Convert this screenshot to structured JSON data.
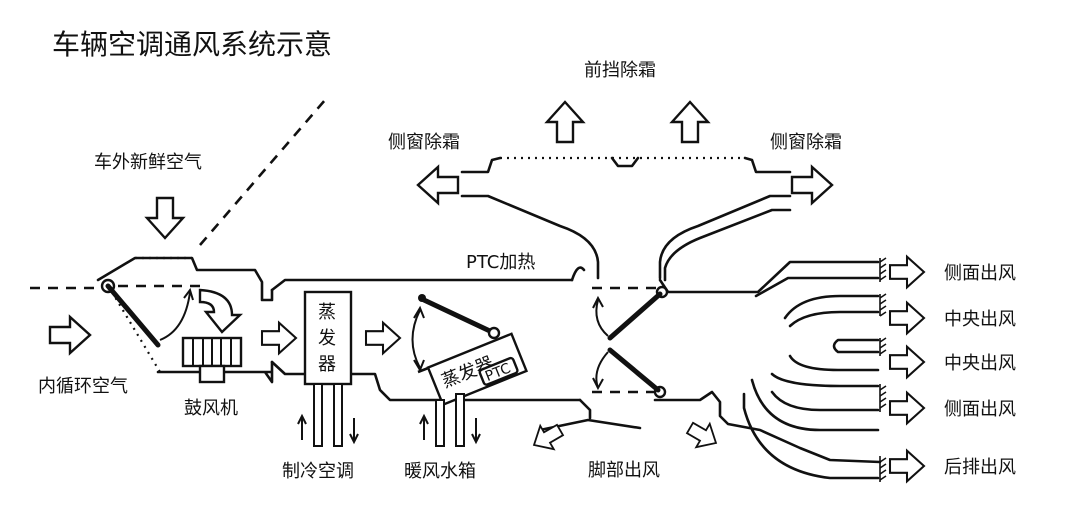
{
  "title": "车辆空调通风系统示意",
  "labels": {
    "fresh_air": "车外新鲜空气",
    "recirc_air": "内循环空气",
    "blower": "鼓风机",
    "evaporator": "蒸发器",
    "ac_cooling": "制冷空调",
    "heater_core": "暖风水箱",
    "heater_box_text": "蒸发器",
    "ptc_box": "PTC",
    "ptc_heating": "PTC加热",
    "front_defrost": "前挡除霜",
    "side_defrost_left": "侧窗除霜",
    "side_defrost_right": "侧窗除霜",
    "foot_outlet": "脚部出风",
    "outlets": [
      "侧面出风",
      "中央出风",
      "中央出风",
      "侧面出风",
      "后排出风"
    ]
  }
}
